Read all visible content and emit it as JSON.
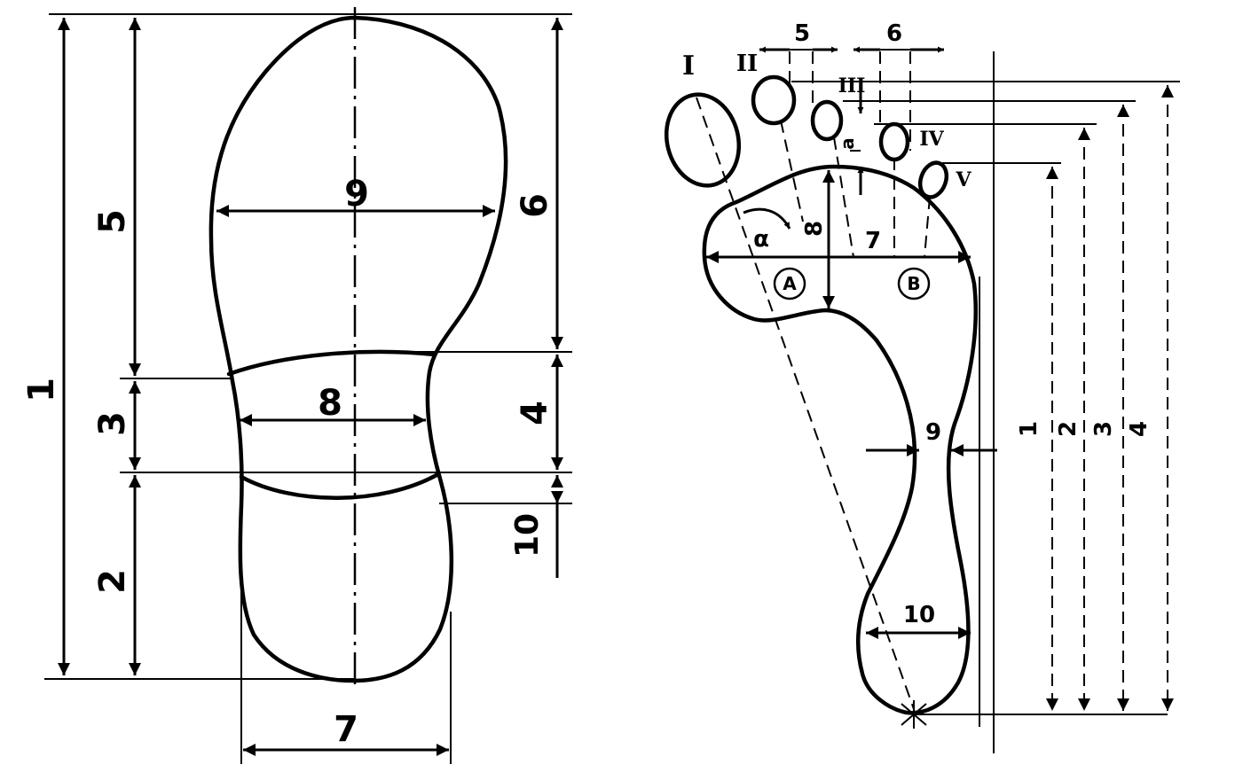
{
  "sole": {
    "labels": {
      "d1": "1",
      "d2": "2",
      "d3": "3",
      "d4": "4",
      "d5": "5",
      "d6": "6",
      "d7": "7",
      "d8": "8",
      "d9": "9",
      "d10": "10"
    }
  },
  "foot": {
    "toes": {
      "t1": "I",
      "t2": "II",
      "t3": "III",
      "t4": "IV",
      "t5": "V"
    },
    "labels": {
      "d1": "1",
      "d2": "2",
      "d3": "3",
      "d4": "4",
      "d5": "5",
      "d6": "6",
      "d7": "7",
      "d8": "8",
      "d9": "9",
      "d10": "10",
      "a": "a",
      "alpha": "α",
      "pointA": "A",
      "pointB": "B"
    }
  }
}
